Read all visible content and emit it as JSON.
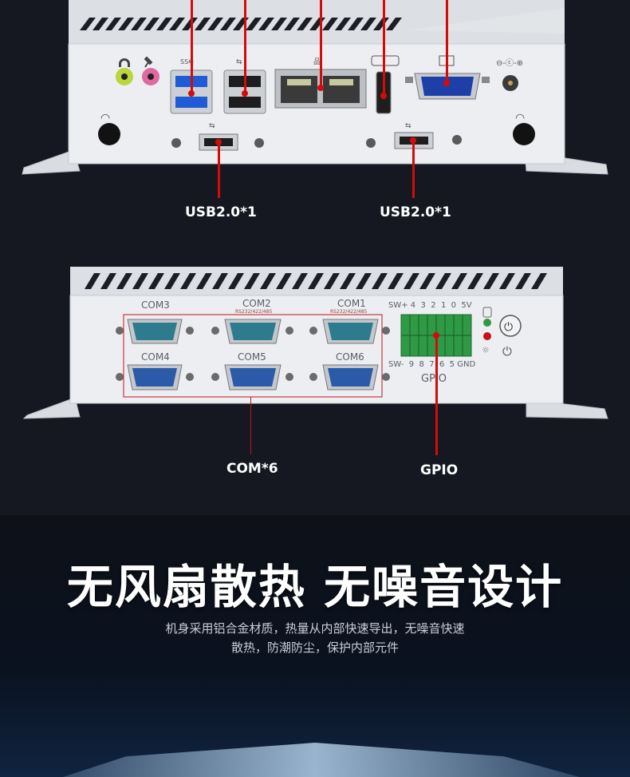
{
  "top_panel": {
    "usb_left_label": "USB2.0*1",
    "usb_right_label": "USB2.0*1"
  },
  "bottom_panel": {
    "com_labels": [
      "COM3",
      "COM2",
      "COM1",
      "COM4",
      "COM5",
      "COM6"
    ],
    "com2_sub": "RS232/422/485",
    "com1_sub": "RS232/422/485",
    "gpio_top_pins": "SW+ 4  3  2  1  0  5V",
    "gpio_bottom_pins": "SW-  9  8  7  6  5 GND",
    "gpio_silk": "GPIO",
    "com_callout": "COM*6",
    "gpio_callout": "GPIO"
  },
  "promo": {
    "headline": "无风扇散热 无噪音设计",
    "line1": "机身采用铝合金材质，热量从内部快速导出，无噪音快速",
    "line2": "散热，防潮防尘，保护内部元件"
  },
  "colors": {
    "background": "#151820",
    "callout_red": "#d40b0b",
    "device_body": "#e9ebee",
    "vga_blue": "#1e3fa8",
    "terminal_green": "#2f9a45"
  },
  "icons": [
    "headphone-icon",
    "mic-icon",
    "usb-icon",
    "ethernet-icon",
    "hdmi-icon",
    "vga-icon",
    "dc-power-icon",
    "wifi-icon",
    "power-icon",
    "storage-led-icon"
  ]
}
